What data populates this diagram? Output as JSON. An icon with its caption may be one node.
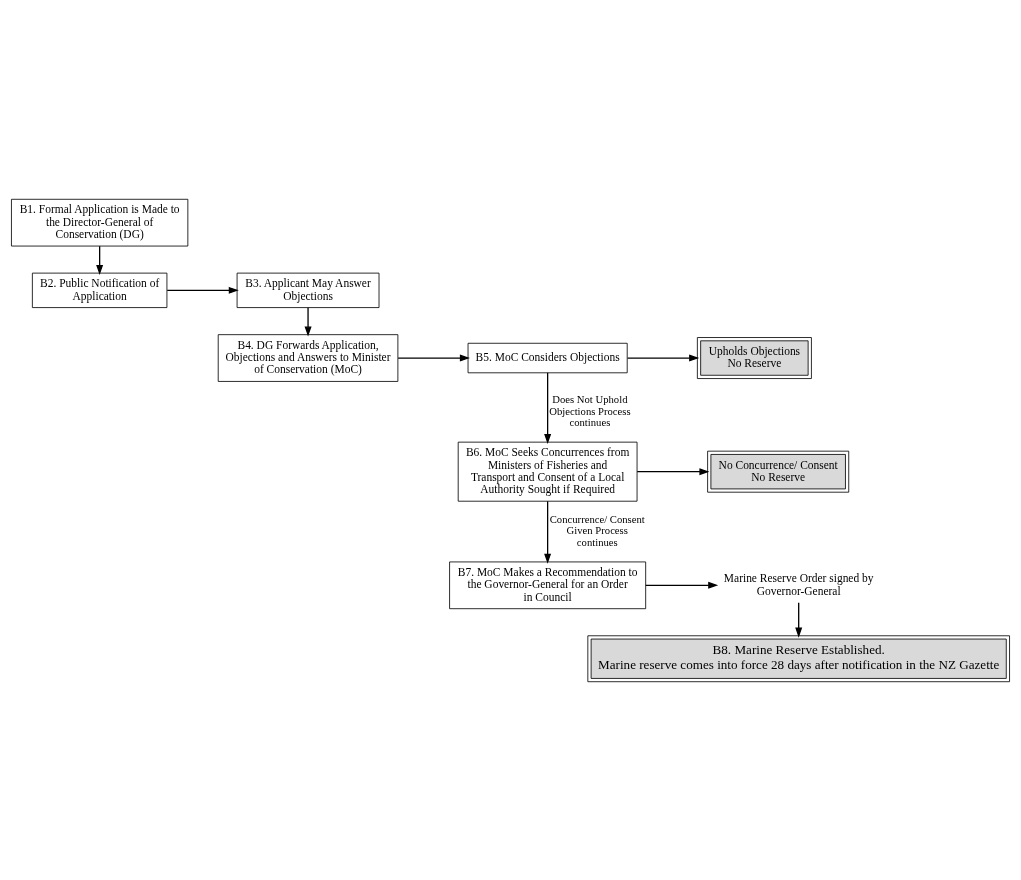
{
  "diagram": {
    "nodes": [
      {
        "text": [
          "B1. Formal Application is Made to the Director-General of Conservation (DG)"
        ]
      },
      {
        "text": [
          "B2. Public Notification of Application"
        ]
      },
      {
        "text": [
          "B3. Applicant May Answer Objections"
        ]
      },
      {
        "text": [
          "B4. DG Forwards Application, Objections and Answers to Minister of Conservation (MoC)"
        ]
      },
      {
        "text": [
          "B5. MoC Considers Objections"
        ]
      },
      {
        "text": [
          "Upholds Objections",
          "No Reserve"
        ]
      },
      {
        "text": [
          "B6. MoC Seeks Concurrences from Ministers of Fisheries and Transport and Consent of a Local Authority Sought if Required"
        ]
      },
      {
        "text": [
          "No Concurrence/ Consent",
          "No Reserve"
        ]
      },
      {
        "text": [
          "B7. MoC Makes a Recommendation to the Governor-General for an Order in Council"
        ]
      },
      {
        "text": [
          "Marine Reserve Order signed by Governor-General"
        ]
      },
      {
        "text": [
          "B8. Marine Reserve Established.",
          "Marine reserve comes into force 28 days after notification in the NZ Gazette"
        ]
      }
    ],
    "edges": [
      {
        "from": 0,
        "to": 1,
        "arrow": "to"
      },
      {
        "from": 1,
        "to": 2,
        "arrow": "to"
      },
      {
        "from": 2,
        "to": 3,
        "arrow": "to"
      },
      {
        "from": 3,
        "to": 4,
        "arrow": "to"
      },
      {
        "from": 4,
        "to": 6,
        "arrow": "to",
        "label": "Does Not Uphold Objections Process continues"
      },
      {
        "from": 4,
        "to": 5,
        "arrow": "to"
      },
      {
        "from": 6,
        "to": 7,
        "arrow": "to"
      },
      {
        "from": 6,
        "to": 8,
        "arrow": "to",
        "label": "Concurrence/ Consent Given Process continues"
      },
      {
        "from": 8,
        "to": 9,
        "arrow": "to"
      },
      {
        "from": 9,
        "to": 10,
        "arrow": "to"
      }
    ]
  }
}
